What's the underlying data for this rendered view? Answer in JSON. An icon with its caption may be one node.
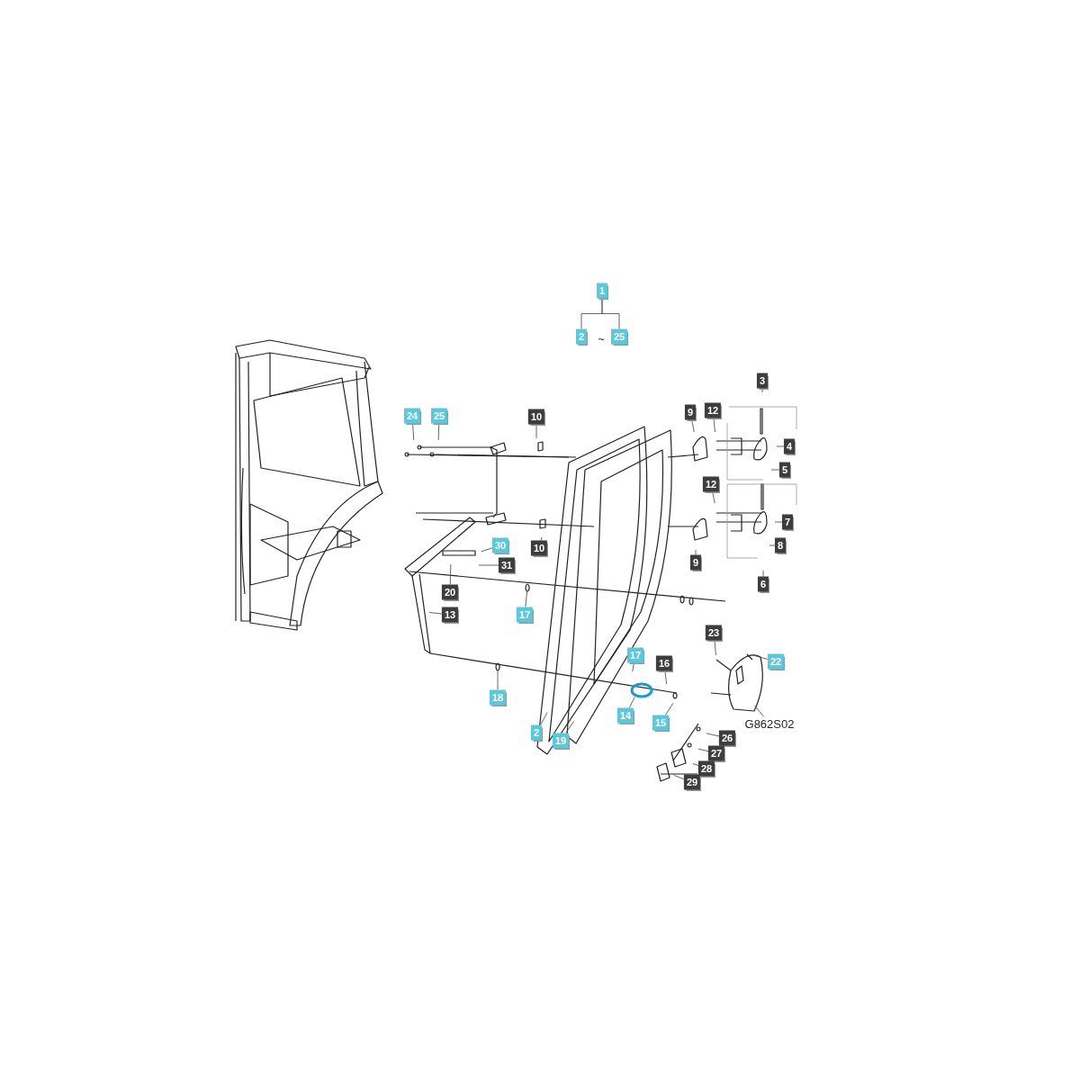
{
  "diagram": {
    "nodes": [
      {
        "text": [
          "1"
        ]
      },
      {
        "text": [
          "2"
        ]
      },
      {
        "text": [
          "25"
        ]
      },
      {
        "text": [
          "3"
        ]
      },
      {
        "text": [
          "24"
        ]
      },
      {
        "text": [
          "25"
        ]
      },
      {
        "text": [
          "10"
        ]
      },
      {
        "text": [
          "9"
        ]
      },
      {
        "text": [
          "12"
        ]
      },
      {
        "text": [
          "4"
        ]
      },
      {
        "text": [
          "5"
        ]
      },
      {
        "text": [
          "12"
        ]
      },
      {
        "text": [
          "7"
        ]
      },
      {
        "text": [
          "10"
        ]
      },
      {
        "text": [
          "30"
        ]
      },
      {
        "text": [
          "8"
        ]
      },
      {
        "text": [
          "9"
        ]
      },
      {
        "text": [
          "31"
        ]
      },
      {
        "text": [
          "6"
        ]
      },
      {
        "text": [
          "20"
        ]
      },
      {
        "text": [
          "13"
        ]
      },
      {
        "text": [
          "17"
        ]
      },
      {
        "text": [
          "23"
        ]
      },
      {
        "text": [
          "17"
        ]
      },
      {
        "text": [
          "22"
        ]
      },
      {
        "text": [
          "16"
        ]
      },
      {
        "text": [
          "18"
        ]
      },
      {
        "text": [
          "14"
        ]
      },
      {
        "text": [
          "15"
        ]
      },
      {
        "text": [
          "G862S02"
        ]
      },
      {
        "text": [
          "2"
        ]
      },
      {
        "text": [
          "19"
        ]
      },
      {
        "text": [
          "26"
        ]
      },
      {
        "text": [
          "27"
        ]
      },
      {
        "text": [
          "28"
        ]
      },
      {
        "text": [
          "29"
        ]
      }
    ],
    "edges": [
      {
        "from": 0,
        "to": 1,
        "arrow": "none"
      },
      {
        "from": 0,
        "to": 2,
        "arrow": "none"
      },
      {
        "from": 3,
        "to": null,
        "arrow": "none"
      },
      {
        "from": 4,
        "to": null,
        "arrow": "none"
      },
      {
        "from": 5,
        "to": null,
        "arrow": "none"
      },
      {
        "from": 6,
        "to": null,
        "arrow": "none"
      },
      {
        "from": 7,
        "to": null,
        "arrow": "none"
      },
      {
        "from": 8,
        "to": null,
        "arrow": "none"
      },
      {
        "from": 9,
        "to": null,
        "arrow": "none"
      },
      {
        "from": 10,
        "to": null,
        "arrow": "none"
      },
      {
        "from": 11,
        "to": null,
        "arrow": "none"
      },
      {
        "from": 12,
        "to": null,
        "arrow": "none"
      },
      {
        "from": 13,
        "to": null,
        "arrow": "none"
      },
      {
        "from": 14,
        "to": null,
        "arrow": "none"
      },
      {
        "from": 15,
        "to": null,
        "arrow": "none"
      },
      {
        "from": 16,
        "to": null,
        "arrow": "none"
      },
      {
        "from": 17,
        "to": null,
        "arrow": "none"
      },
      {
        "from": 18,
        "to": null,
        "arrow": "none"
      },
      {
        "from": 19,
        "to": null,
        "arrow": "none"
      },
      {
        "from": 20,
        "to": null,
        "arrow": "none"
      },
      {
        "from": 21,
        "to": null,
        "arrow": "none"
      },
      {
        "from": 22,
        "to": null,
        "arrow": "none"
      },
      {
        "from": 23,
        "to": null,
        "arrow": "none"
      },
      {
        "from": 24,
        "to": null,
        "arrow": "none"
      },
      {
        "from": 25,
        "to": null,
        "arrow": "none"
      },
      {
        "from": 26,
        "to": null,
        "arrow": "none"
      },
      {
        "from": 27,
        "to": null,
        "arrow": "none"
      },
      {
        "from": 28,
        "to": null,
        "arrow": "none"
      },
      {
        "from": 29,
        "to": null,
        "arrow": "none"
      },
      {
        "from": 30,
        "to": null,
        "arrow": "none"
      },
      {
        "from": 31,
        "to": null,
        "arrow": "none"
      },
      {
        "from": 32,
        "to": null,
        "arrow": "none"
      },
      {
        "from": 33,
        "to": null,
        "arrow": "none"
      },
      {
        "from": 34,
        "to": null,
        "arrow": "none"
      },
      {
        "from": 35,
        "to": null,
        "arrow": "none"
      }
    ],
    "labels": [
      "~"
    ]
  }
}
